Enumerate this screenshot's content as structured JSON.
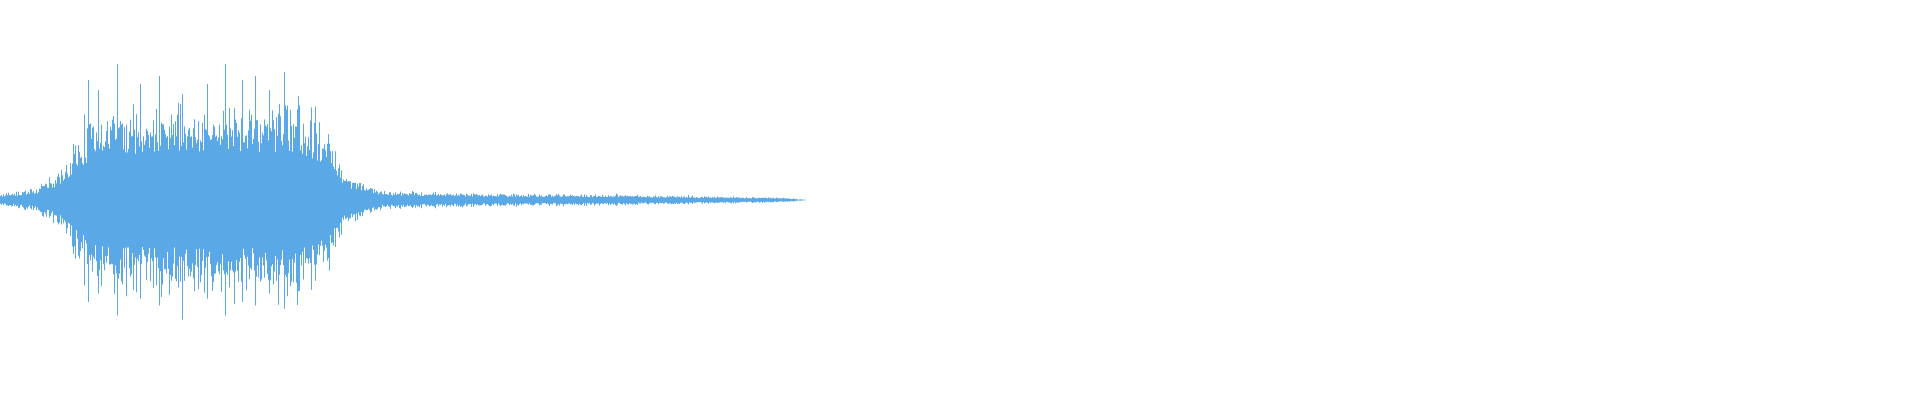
{
  "waveform": {
    "color": "#5aa9e6",
    "background": "#ffffff",
    "envelope_percent": [
      [
        0,
        3
      ],
      [
        1,
        4
      ],
      [
        2,
        6
      ],
      [
        3,
        12
      ],
      [
        4,
        28
      ],
      [
        5,
        40
      ],
      [
        6,
        45
      ],
      [
        7,
        42
      ],
      [
        8,
        44
      ],
      [
        9,
        43
      ],
      [
        10,
        46
      ],
      [
        11,
        41
      ],
      [
        12,
        45
      ],
      [
        13,
        44
      ],
      [
        14,
        43
      ],
      [
        15,
        45
      ],
      [
        16,
        40
      ],
      [
        17,
        32
      ],
      [
        18,
        12
      ],
      [
        19,
        6
      ],
      [
        20,
        4
      ],
      [
        25,
        3
      ],
      [
        32,
        2.5
      ],
      [
        38,
        1.5
      ],
      [
        41,
        1
      ],
      [
        42,
        0
      ]
    ],
    "peak_percent": [
      [
        4.6,
        60
      ],
      [
        5.1,
        55
      ],
      [
        6.1,
        68
      ],
      [
        7.3,
        58
      ],
      [
        8.3,
        62
      ],
      [
        9.4,
        48
      ],
      [
        10.8,
        58
      ],
      [
        11.7,
        68
      ],
      [
        12.6,
        60
      ],
      [
        13.3,
        62
      ],
      [
        14.0,
        55
      ],
      [
        14.8,
        64
      ],
      [
        15.5,
        52
      ]
    ]
  }
}
